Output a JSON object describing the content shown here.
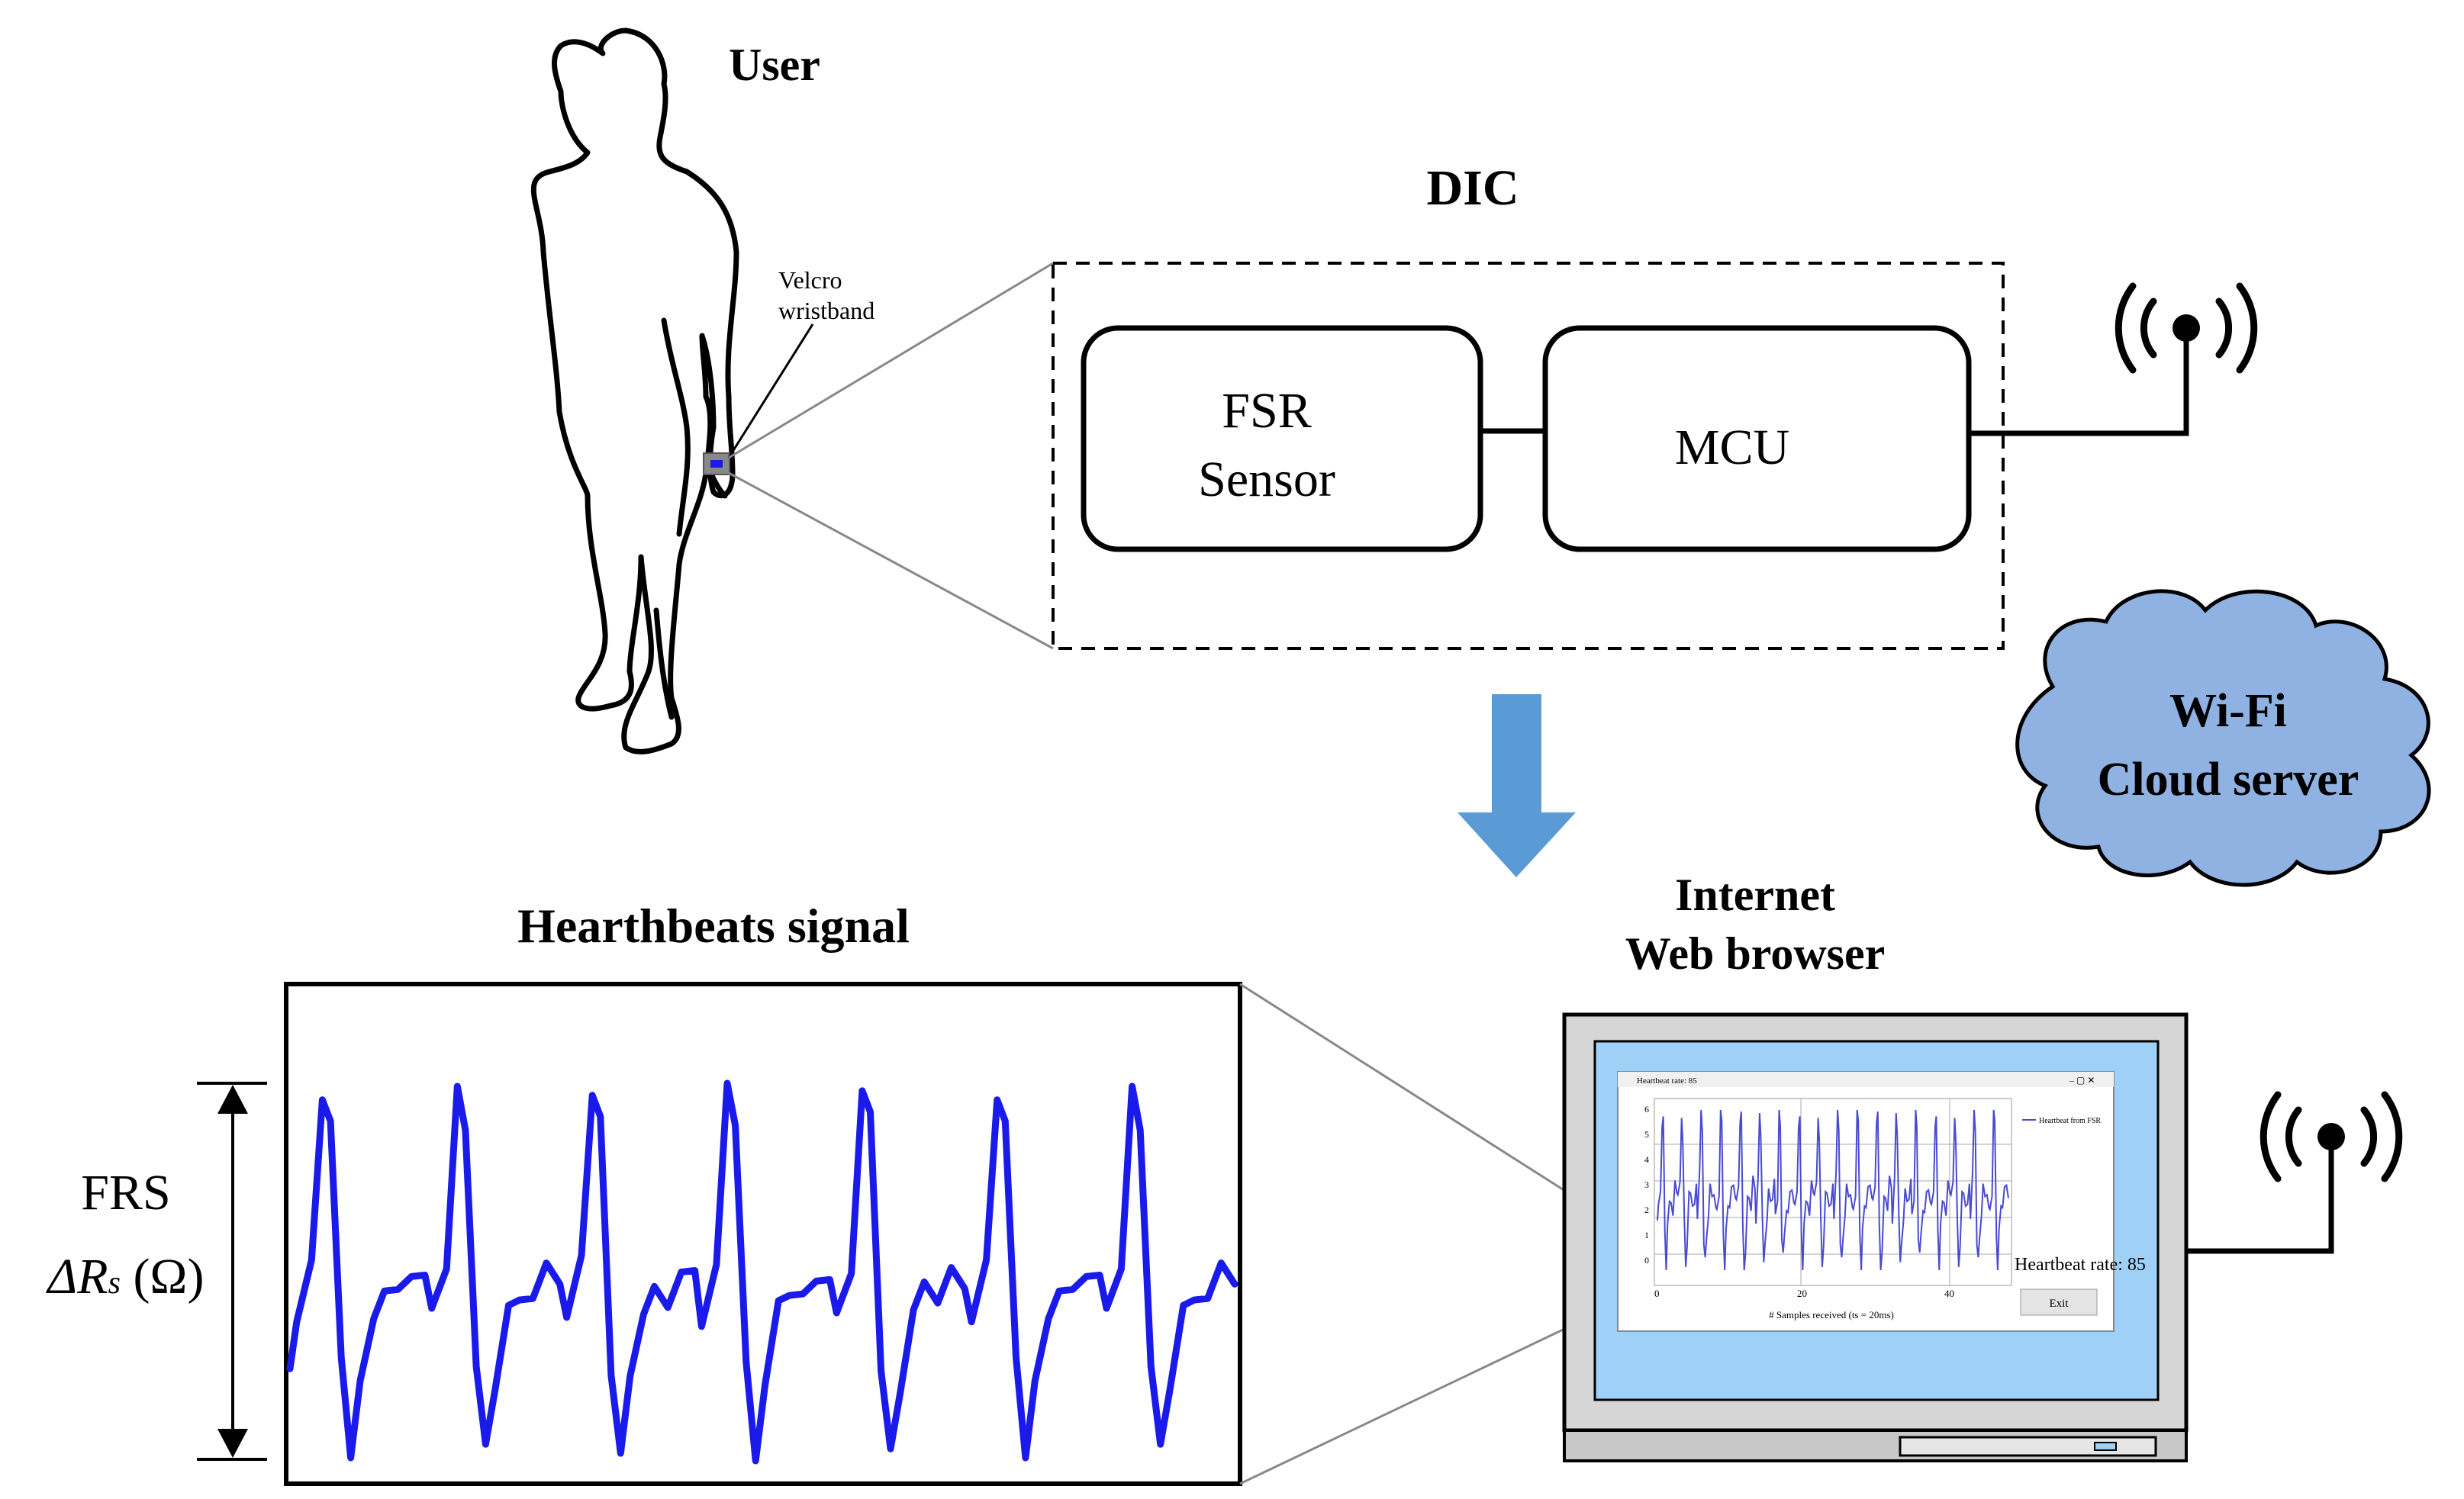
{
  "labels": {
    "user": "User",
    "velcro_line1": "Velcro",
    "velcro_line2": "wristband",
    "dic": "DIC",
    "fsr_line1": "FSR",
    "fsr_line2": "Sensor",
    "mcu": "MCU",
    "cloud_line1": "Wi-Fi",
    "cloud_line2": "Cloud server",
    "internet_line1": "Internet",
    "internet_line2": "Web browser",
    "signal_title": "Hearthbeats signal",
    "axis_line1": "FRS",
    "axis_delta": "ΔR",
    "axis_sub": "s",
    "axis_unit": " (Ω)"
  },
  "screen_app": {
    "window_title": "Heartbeat rate: 85",
    "legend": "Heartbeat from FSR",
    "y_ticks": [
      "6",
      "5",
      "4",
      "3",
      "2",
      "1",
      "0"
    ],
    "x_ticks": [
      "0",
      "20",
      "40"
    ],
    "x_label": "# Samples received (ts = 20ms)",
    "rate_text": "Heartbeat rate: 85",
    "exit_button": "Exit"
  },
  "colors": {
    "signal": "#1a1aeb",
    "arrow": "#5b9bd5",
    "cloud_fill": "#8fb2e3",
    "screen_bg": "#9fd1f7",
    "wrist_marker": "#1a1aeb"
  },
  "icons": [
    "wifi-antenna-icon",
    "down-arrow-icon",
    "cloud-icon",
    "laptop-icon",
    "person-icon"
  ]
}
